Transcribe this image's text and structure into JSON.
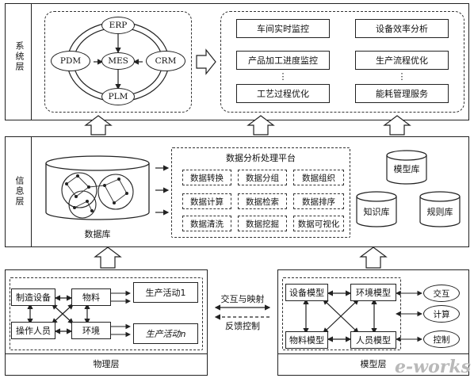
{
  "layers": {
    "system": "系统层",
    "info": "信息层",
    "physical": "物理层",
    "model": "模型层"
  },
  "system": {
    "erp": "ERP",
    "pdm": "PDM",
    "mes": "MES",
    "crm": "CRM",
    "plm": "PLM",
    "services_left": [
      "车间实时监控",
      "产品加工进度监控",
      "工艺过程优化"
    ],
    "services_right": [
      "设备效率分析",
      "生产流程优化",
      "能耗管理服务"
    ],
    "ellipsis": "⋮"
  },
  "info": {
    "database_label": "数据库",
    "platform_title": "数据分析处理平台",
    "platform_cells": [
      [
        "数据转换",
        "数据分组",
        "数据组织"
      ],
      [
        "数据计算",
        "数据检索",
        "数据排序"
      ],
      [
        "数据清洗",
        "数据挖掘",
        "数据可视化"
      ]
    ],
    "model_lib": "模型库",
    "knowledge_lib": "知识库",
    "rule_lib": "规则库"
  },
  "physical": {
    "items": [
      "制造设备",
      "物料",
      "操作人员",
      "环境"
    ],
    "activity1": "生产活动1",
    "activityn": "生产活动n"
  },
  "model": {
    "items": [
      "设备模型",
      "环境模型",
      "物料模型",
      "人员模型"
    ],
    "side": [
      "交互",
      "计算",
      "控制"
    ]
  },
  "links": {
    "interaction": "交互与映射",
    "feedback": "反馈控制"
  },
  "watermark": "e-works",
  "colors": {
    "line": "#222222",
    "watermark": "#b9b9b9"
  }
}
